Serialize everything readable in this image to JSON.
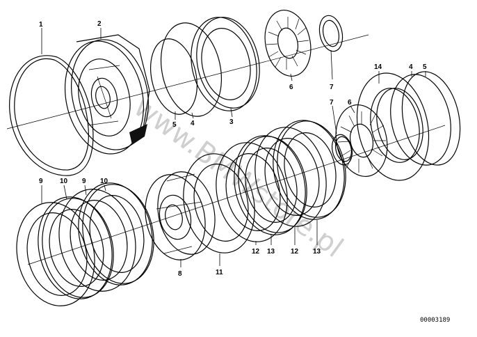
{
  "parts": [
    {
      "key": "p1",
      "label": "1"
    },
    {
      "key": "p2",
      "label": "2"
    },
    {
      "key": "p5a",
      "label": "5"
    },
    {
      "key": "p4a",
      "label": "4"
    },
    {
      "key": "p3",
      "label": "3"
    },
    {
      "key": "p6a",
      "label": "6"
    },
    {
      "key": "p7a",
      "label": "7"
    },
    {
      "key": "p14",
      "label": "14"
    },
    {
      "key": "p4b",
      "label": "4"
    },
    {
      "key": "p5b",
      "label": "5"
    },
    {
      "key": "p7b",
      "label": "7"
    },
    {
      "key": "p6b",
      "label": "6"
    },
    {
      "key": "p9a",
      "label": "9"
    },
    {
      "key": "p10a",
      "label": "10"
    },
    {
      "key": "p9b",
      "label": "9"
    },
    {
      "key": "p10b",
      "label": "10"
    },
    {
      "key": "p8",
      "label": "8"
    },
    {
      "key": "p11",
      "label": "11"
    },
    {
      "key": "p12a",
      "label": "12"
    },
    {
      "key": "p13a",
      "label": "13"
    },
    {
      "key": "p12b",
      "label": "12"
    },
    {
      "key": "p13b",
      "label": "13"
    }
  ],
  "diagram_code": "00003189",
  "watermark": "www.BMWstore.pl"
}
